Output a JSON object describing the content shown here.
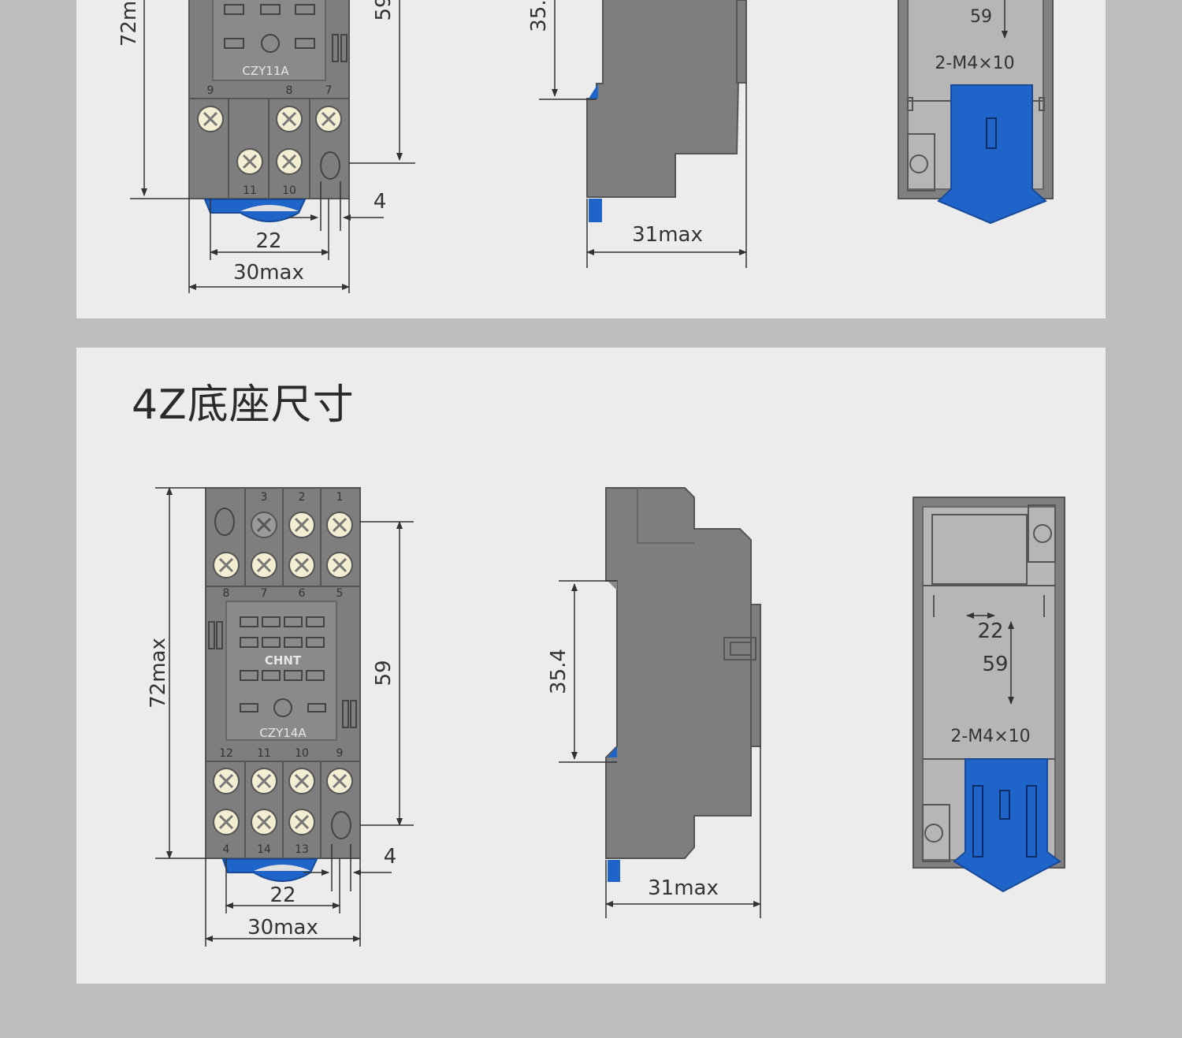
{
  "top": {
    "base": {
      "model": "CZY11A",
      "pins_mid": [
        "9",
        "8",
        "7"
      ],
      "pins_bottom": [
        "11",
        "10"
      ],
      "dim_height": "72m",
      "dim_inner": "59",
      "dim_gap": "4",
      "dim_pitch": "22",
      "dim_width": "30max"
    },
    "side": {
      "dim_rail": "35.",
      "dim_depth": "31max"
    },
    "back": {
      "dim_inner": "59",
      "screw": "2-M4×10"
    }
  },
  "bottom": {
    "title": "4Z底座尺寸",
    "base": {
      "pins_top": [
        "3",
        "2",
        "1"
      ],
      "pins_mid": [
        "8",
        "7",
        "6",
        "5"
      ],
      "brand": "CHNT",
      "model": "CZY14A",
      "pins_lower": [
        "12",
        "11",
        "10",
        "9"
      ],
      "pins_bottom": [
        "4",
        "14",
        "13"
      ],
      "dim_height": "72max",
      "dim_inner": "59",
      "dim_gap": "4",
      "dim_pitch": "22",
      "dim_width": "30max"
    },
    "side": {
      "dim_rail": "35.4",
      "dim_depth": "31max"
    },
    "back": {
      "dim_pitch": "22",
      "dim_inner": "59",
      "screw": "2-M4×10"
    }
  },
  "colors": {
    "background": "#bdbdbd",
    "panel": "#ececec",
    "body_gray": "#7e7e7e",
    "clip_blue": "#1f64c8",
    "terminal": "#f3eed2"
  }
}
